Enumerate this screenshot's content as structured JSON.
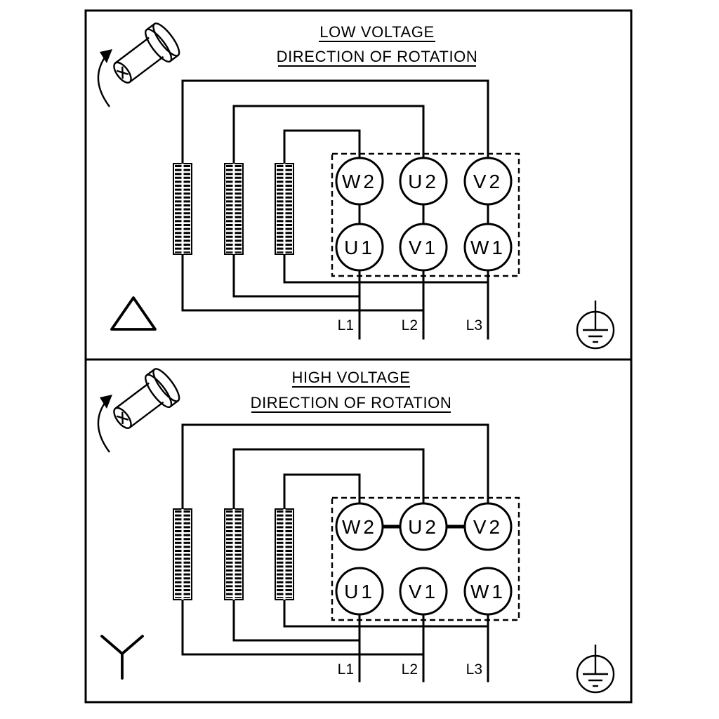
{
  "figure": {
    "background": "#ffffff",
    "line_color": "#000000"
  },
  "icons": {
    "rotation": "shaft-rotation-icon",
    "delta": "delta-symbol",
    "star": "star-symbol",
    "ground": "earth-ground-icon"
  },
  "panels": [
    {
      "title": "LOW VOLTAGE",
      "subtitle": "DIRECTION OF ROTATION",
      "connection": "delta",
      "terminals_top": [
        "W2",
        "U2",
        "V2"
      ],
      "terminals_bottom": [
        "U1",
        "V1",
        "W1"
      ],
      "supply_labels": [
        "L1",
        "L2",
        "L3"
      ]
    },
    {
      "title": "HIGH VOLTAGE",
      "subtitle": "DIRECTION OF ROTATION",
      "connection": "star",
      "terminals_top": [
        "W2",
        "U2",
        "V2"
      ],
      "terminals_bottom": [
        "U1",
        "V1",
        "W1"
      ],
      "supply_labels": [
        "L1",
        "L2",
        "L3"
      ]
    }
  ]
}
